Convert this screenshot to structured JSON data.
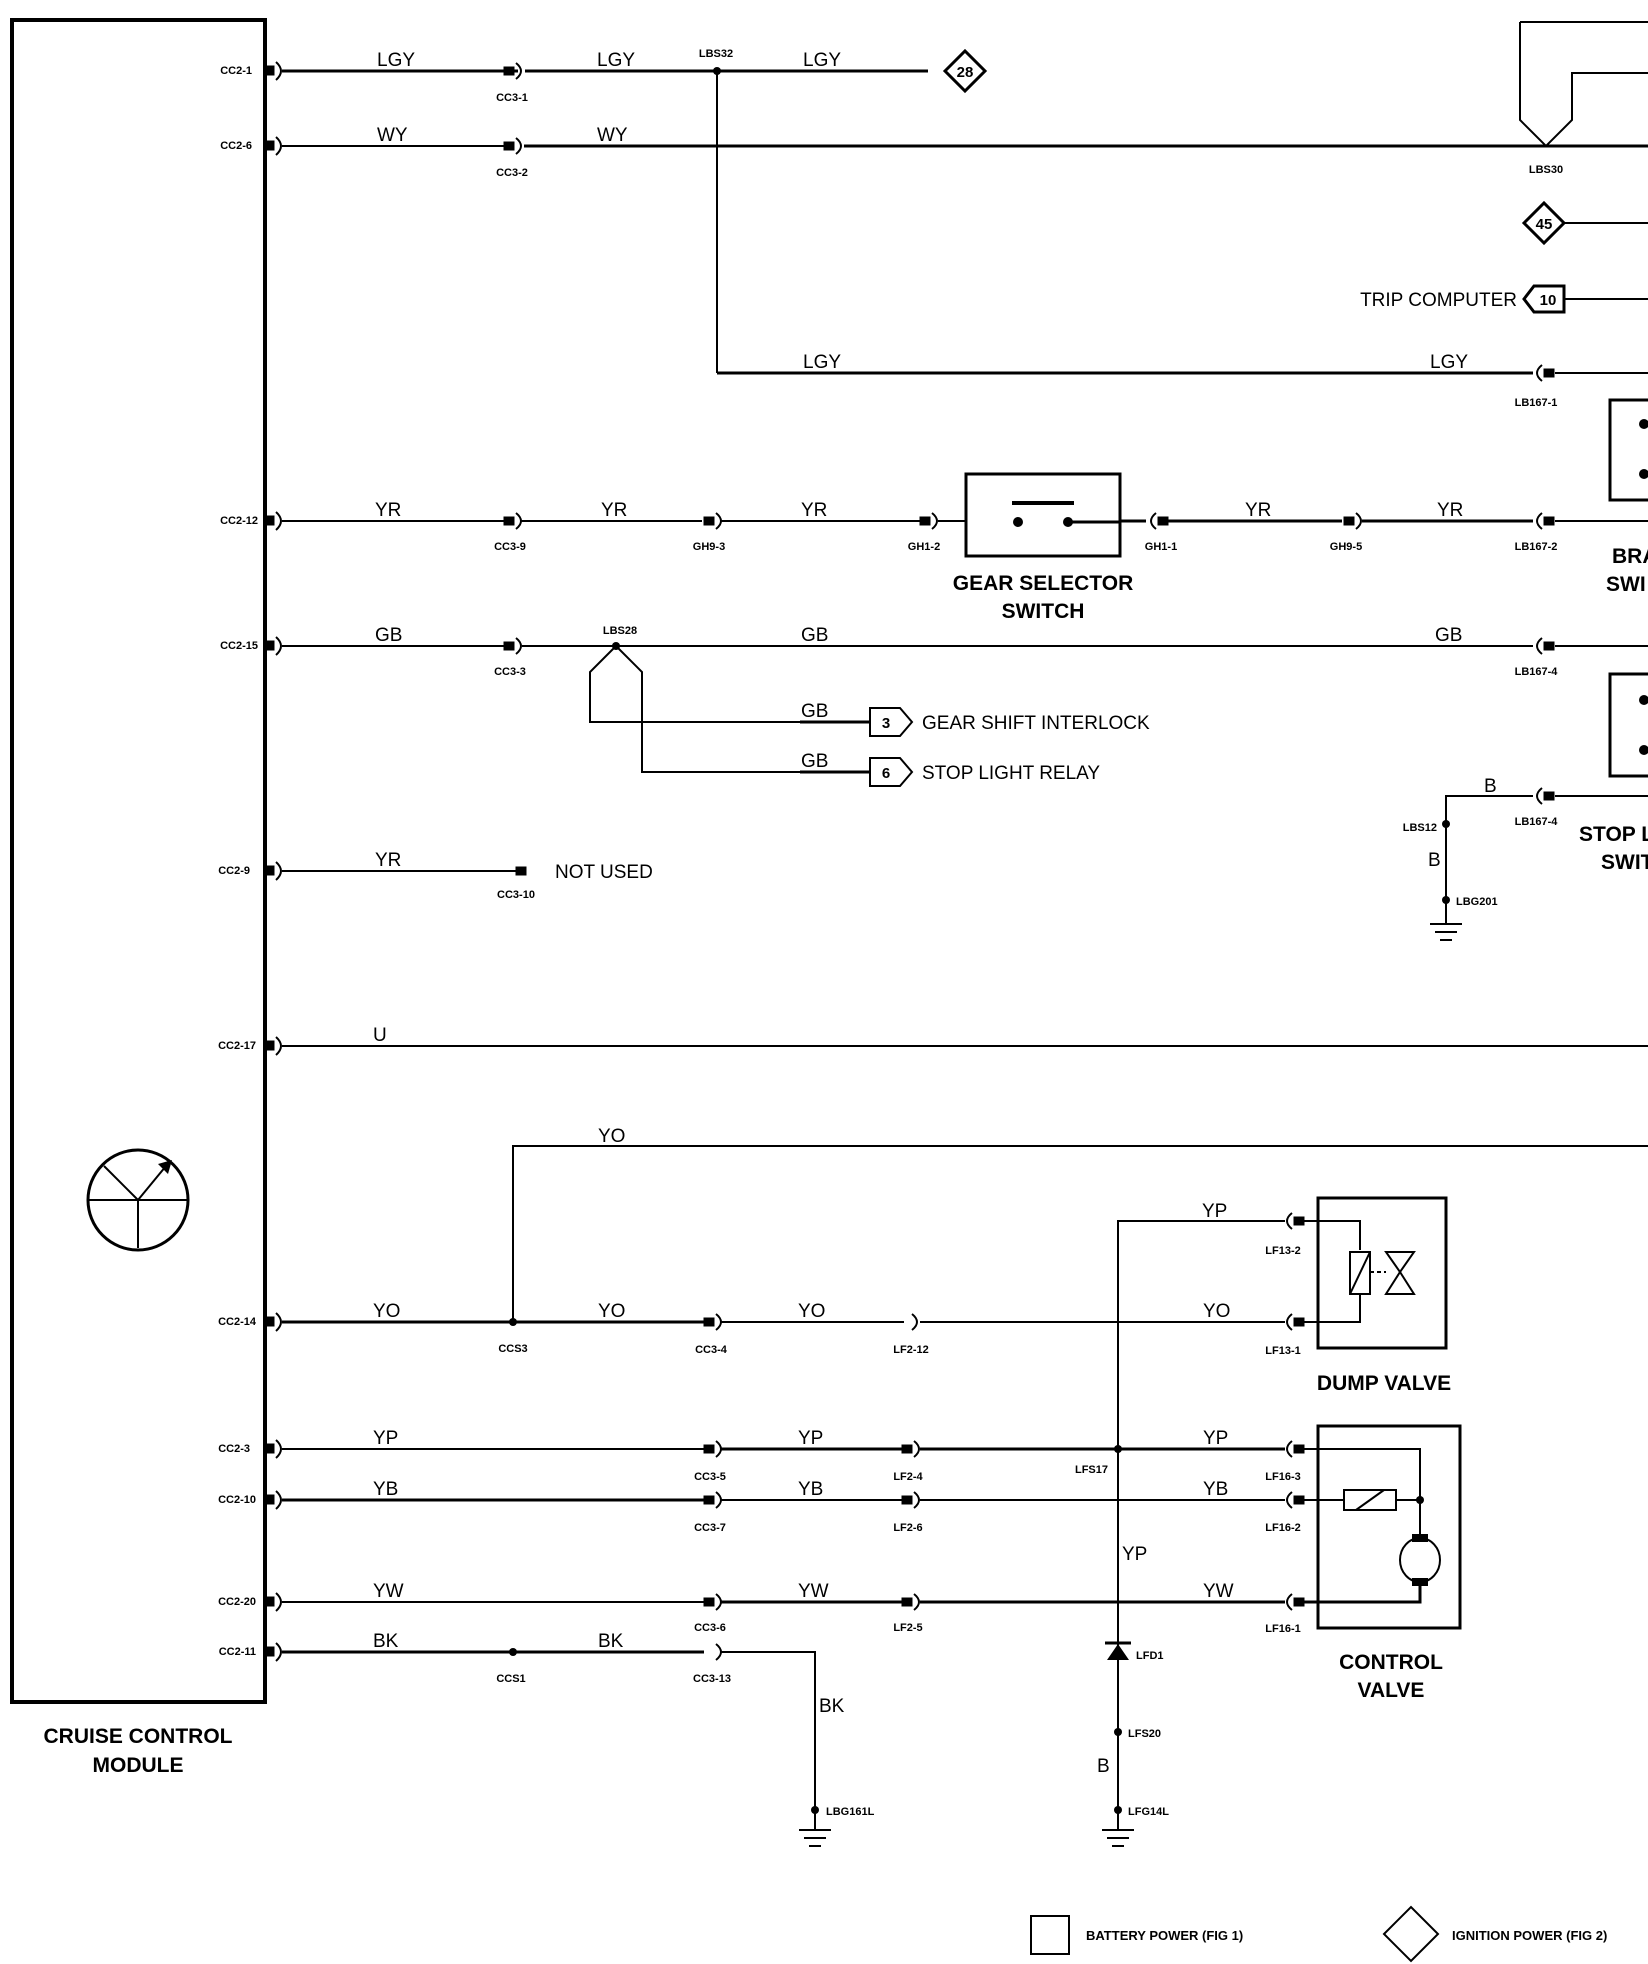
{
  "components": {
    "cruise_control_module": [
      "CRUISE CONTROL",
      "MODULE"
    ],
    "gear_selector_switch": [
      "GEAR SELECTOR",
      "SWITCH"
    ],
    "dump_valve": "DUMP VALVE",
    "control_valve": [
      "CONTROL",
      "VALVE"
    ],
    "brake_switch_partial": [
      "BRA",
      "SWI"
    ],
    "stop_switch_partial": [
      "STOP L",
      "SWIT"
    ]
  },
  "module_pins": [
    "CC2-1",
    "CC2-6",
    "CC2-12",
    "CC2-15",
    "CC2-9",
    "CC2-17",
    "CC2-14",
    "CC2-3",
    "CC2-10",
    "CC2-20",
    "CC2-11"
  ],
  "wire_colors": {
    "lgy": "LGY",
    "wy": "WY",
    "yr": "YR",
    "gb": "GB",
    "u": "U",
    "yo": "YO",
    "yp": "YP",
    "yb": "YB",
    "yw": "YW",
    "bk": "BK",
    "b": "B"
  },
  "connectors": {
    "cc3_1": "CC3-1",
    "cc3_2": "CC3-2",
    "cc3_9": "CC3-9",
    "cc3_3": "CC3-3",
    "cc3_10": "CC3-10",
    "cc3_4": "CC3-4",
    "cc3_5": "CC3-5",
    "cc3_7": "CC3-7",
    "cc3_6": "CC3-6",
    "cc3_13": "CC3-13",
    "gh9_3": "GH9-3",
    "gh1_2": "GH1-2",
    "gh1_1": "GH1-1",
    "gh9_5": "GH9-5",
    "lb167_1": "LB167-1",
    "lb167_2": "LB167-2",
    "lb167_4a": "LB167-4",
    "lb167_4b": "LB167-4",
    "lf2_12": "LF2-12",
    "lf2_4": "LF2-4",
    "lf2_6": "LF2-6",
    "lf2_5": "LF2-5",
    "lf13_2": "LF13-2",
    "lf13_1": "LF13-1",
    "lf16_3": "LF16-3",
    "lf16_2": "LF16-2",
    "lf16_1": "LF16-1"
  },
  "splices": {
    "lbs32": "LBS32",
    "lbs30": "LBS30",
    "lbs28": "LBS28",
    "lbs12": "LBS12",
    "ccs3": "CCS3",
    "ccs1": "CCS1",
    "lfs17": "LFS17",
    "lfs20": "LFS20",
    "lfd1": "LFD1"
  },
  "grounds": {
    "lbg201": "LBG201",
    "lbg161l": "LBG161L",
    "lfg14l": "LFG14L"
  },
  "references": {
    "ref_28": "28",
    "ref_45": "45",
    "ref_10": "10",
    "ref_3": "3",
    "ref_6": "6",
    "trip_computer": "TRIP COMPUTER",
    "gear_shift_interlock": "GEAR SHIFT INTERLOCK",
    "stop_light_relay": "STOP LIGHT RELAY",
    "not_used": "NOT USED"
  },
  "legend": {
    "battery_power": "BATTERY POWER (FIG 1)",
    "ignition_power": "IGNITION POWER (FIG 2)"
  }
}
